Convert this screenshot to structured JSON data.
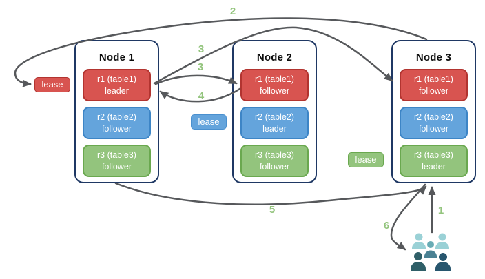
{
  "diagram": {
    "description": "Distributed replication diagram: three nodes with table replicas, leaseholders, and numbered request flow arrows to a user group",
    "nodes": [
      {
        "title": "Node 1",
        "replicas": [
          {
            "name": "r1 (table1)",
            "role": "leader"
          },
          {
            "name": "r2 (table2)",
            "role": "follower"
          },
          {
            "name": "r3 (table3)",
            "role": "follower"
          }
        ]
      },
      {
        "title": "Node 2",
        "replicas": [
          {
            "name": "r1 (table1)",
            "role": "follower"
          },
          {
            "name": "r2 (table2)",
            "role": "leader"
          },
          {
            "name": "r3 (table3)",
            "role": "follower"
          }
        ]
      },
      {
        "title": "Node 3",
        "replicas": [
          {
            "name": "r1 (table1)",
            "role": "follower"
          },
          {
            "name": "r2 (table2)",
            "role": "follower"
          },
          {
            "name": "r3 (table3)",
            "role": "leader"
          }
        ]
      }
    ],
    "leases": {
      "red_lease_label": "lease",
      "blue_lease_label": "lease",
      "green_lease_label": "lease"
    },
    "step_labels": {
      "s1": "1",
      "s2": "2",
      "s3a": "3",
      "s3b": "3",
      "s4": "4",
      "s5": "5",
      "s6": "6"
    },
    "icons": {
      "users": "users-group-icon"
    },
    "colors": {
      "replica_red": "#D85450",
      "replica_red_border": "#B23430",
      "replica_blue": "#64A4DC",
      "replica_blue_border": "#3D85C6",
      "replica_green": "#93C47D",
      "replica_green_border": "#6AA84F",
      "node_border": "#1F3864",
      "arrow": "#56585B",
      "step_label": "#93C47D",
      "users_light_teal": "#9AD1D6",
      "users_mid_teal_head": "#68ACB5",
      "users_mid_teal_body": "#4A8193",
      "users_dark_left": "#2F5F68",
      "users_dark_right": "#27566E"
    }
  }
}
